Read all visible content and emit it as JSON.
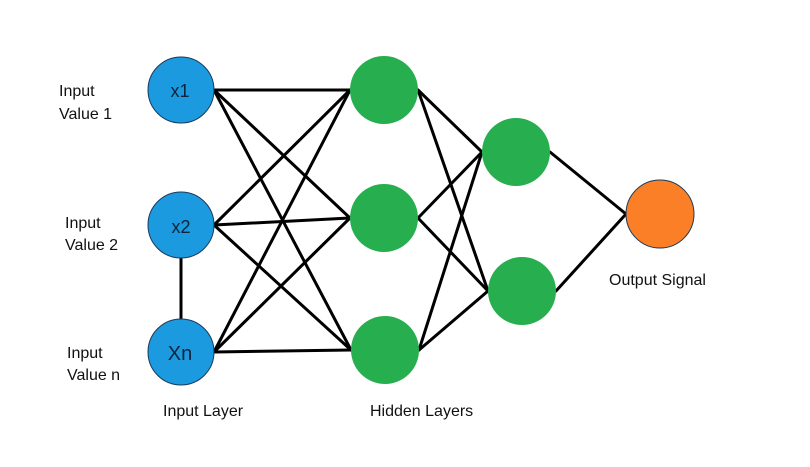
{
  "diagram": {
    "title": "Neural network diagram",
    "colors": {
      "input": "#1b9ae0",
      "hidden": "#27ae4f",
      "output": "#fa7f26",
      "edge": "#000000",
      "outline": "#1a3a5a"
    },
    "input_nodes": [
      {
        "id": "x1",
        "label": "x1",
        "side_label": [
          "Input",
          "Value 1"
        ]
      },
      {
        "id": "x2",
        "label": "x2",
        "side_label": [
          "Input",
          "Value 2"
        ]
      },
      {
        "id": "xn",
        "label": "Xn",
        "side_label": [
          "Input",
          "Value n"
        ]
      }
    ],
    "hidden_layer_1": [
      {
        "id": "h1a"
      },
      {
        "id": "h1b"
      },
      {
        "id": "h1c"
      }
    ],
    "hidden_layer_2": [
      {
        "id": "h2a"
      },
      {
        "id": "h2b"
      }
    ],
    "output_nodes": [
      {
        "id": "out",
        "label": "Output Signal"
      }
    ],
    "edges": [
      [
        "x1",
        "h1a"
      ],
      [
        "x1",
        "h1b"
      ],
      [
        "x1",
        "h1c"
      ],
      [
        "x2",
        "h1a"
      ],
      [
        "x2",
        "h1b"
      ],
      [
        "x2",
        "h1c"
      ],
      [
        "xn",
        "h1a"
      ],
      [
        "xn",
        "h1b"
      ],
      [
        "xn",
        "h1c"
      ],
      [
        "x2",
        "xn"
      ],
      [
        "h1a",
        "h2a"
      ],
      [
        "h1a",
        "h2b"
      ],
      [
        "h1b",
        "h2a"
      ],
      [
        "h1b",
        "h2b"
      ],
      [
        "h1c",
        "h2a"
      ],
      [
        "h1c",
        "h2b"
      ],
      [
        "h2a",
        "out"
      ],
      [
        "h2b",
        "out"
      ]
    ],
    "layer_labels": {
      "input": "Input Layer",
      "hidden": "Hidden Layers",
      "output": "Output Signal"
    }
  }
}
